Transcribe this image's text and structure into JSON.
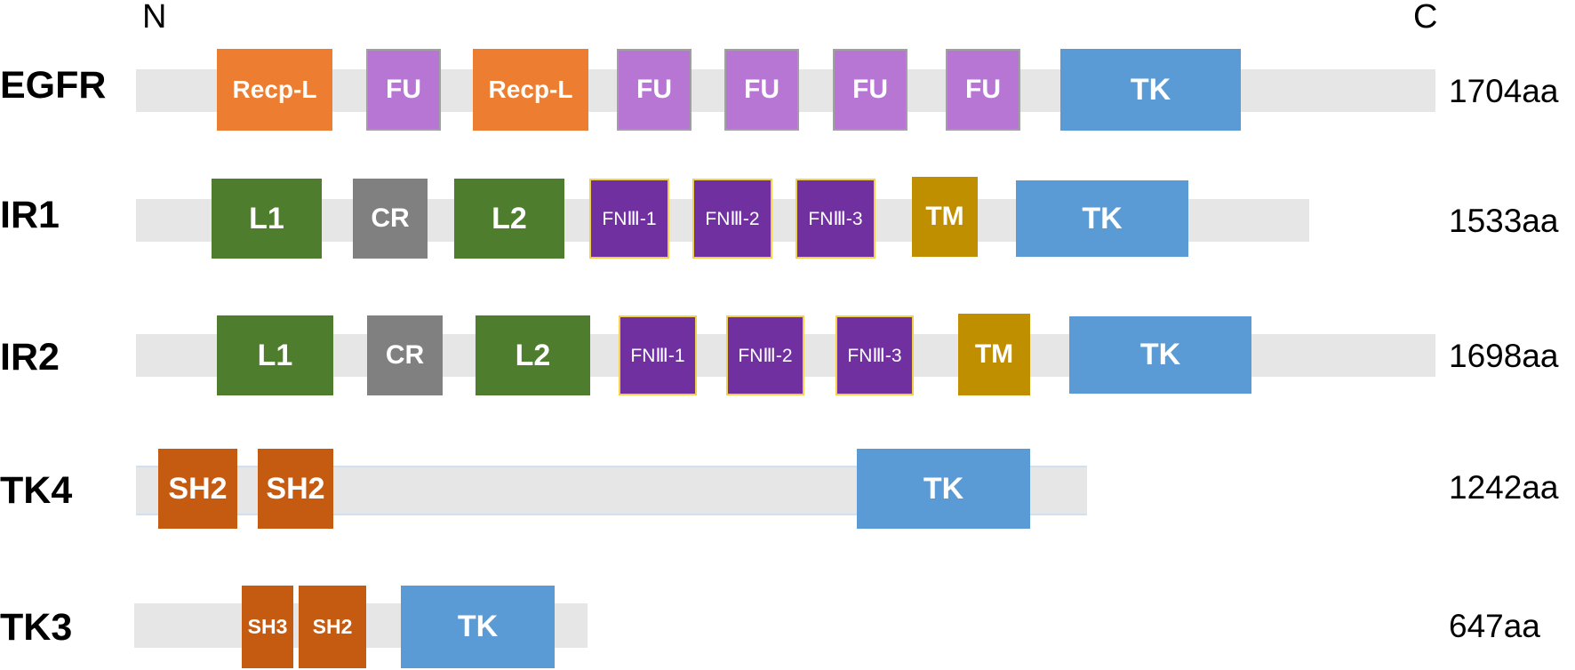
{
  "terminals": {
    "n": "N",
    "c": "C"
  },
  "proteins": [
    {
      "name": "EGFR",
      "length": "1704aa",
      "domains": [
        "Recp-L",
        "FU",
        "Recp-L",
        "FU",
        "FU",
        "FU",
        "FU",
        "TK"
      ]
    },
    {
      "name": "IR1",
      "length": "1533aa",
      "domains": [
        "L1",
        "CR",
        "L2",
        "FNⅢ-1",
        "FNⅢ-2",
        "FNⅢ-3",
        "TM",
        "TK"
      ]
    },
    {
      "name": "IR2",
      "length": "1698aa",
      "domains": [
        "L1",
        "CR",
        "L2",
        "FNⅢ-1",
        "FNⅢ-2",
        "FNⅢ-3",
        "TM",
        "TK"
      ]
    },
    {
      "name": "TK4",
      "length": "1242aa",
      "domains": [
        "SH2",
        "SH2",
        "TK"
      ]
    },
    {
      "name": "TK3",
      "length": "647aa",
      "domains": [
        "SH3",
        "SH2",
        "TK"
      ]
    }
  ],
  "colors": {
    "backbone": "#e6e6e6",
    "Recp-L": "#ed7d31",
    "FU": "#b876d4",
    "TK": "#5b9bd5",
    "L": "#4e7d2e",
    "CR": "#808080",
    "FNIII": "#7030a0",
    "TM": "#bf8f00",
    "SH": "#c55a11"
  }
}
